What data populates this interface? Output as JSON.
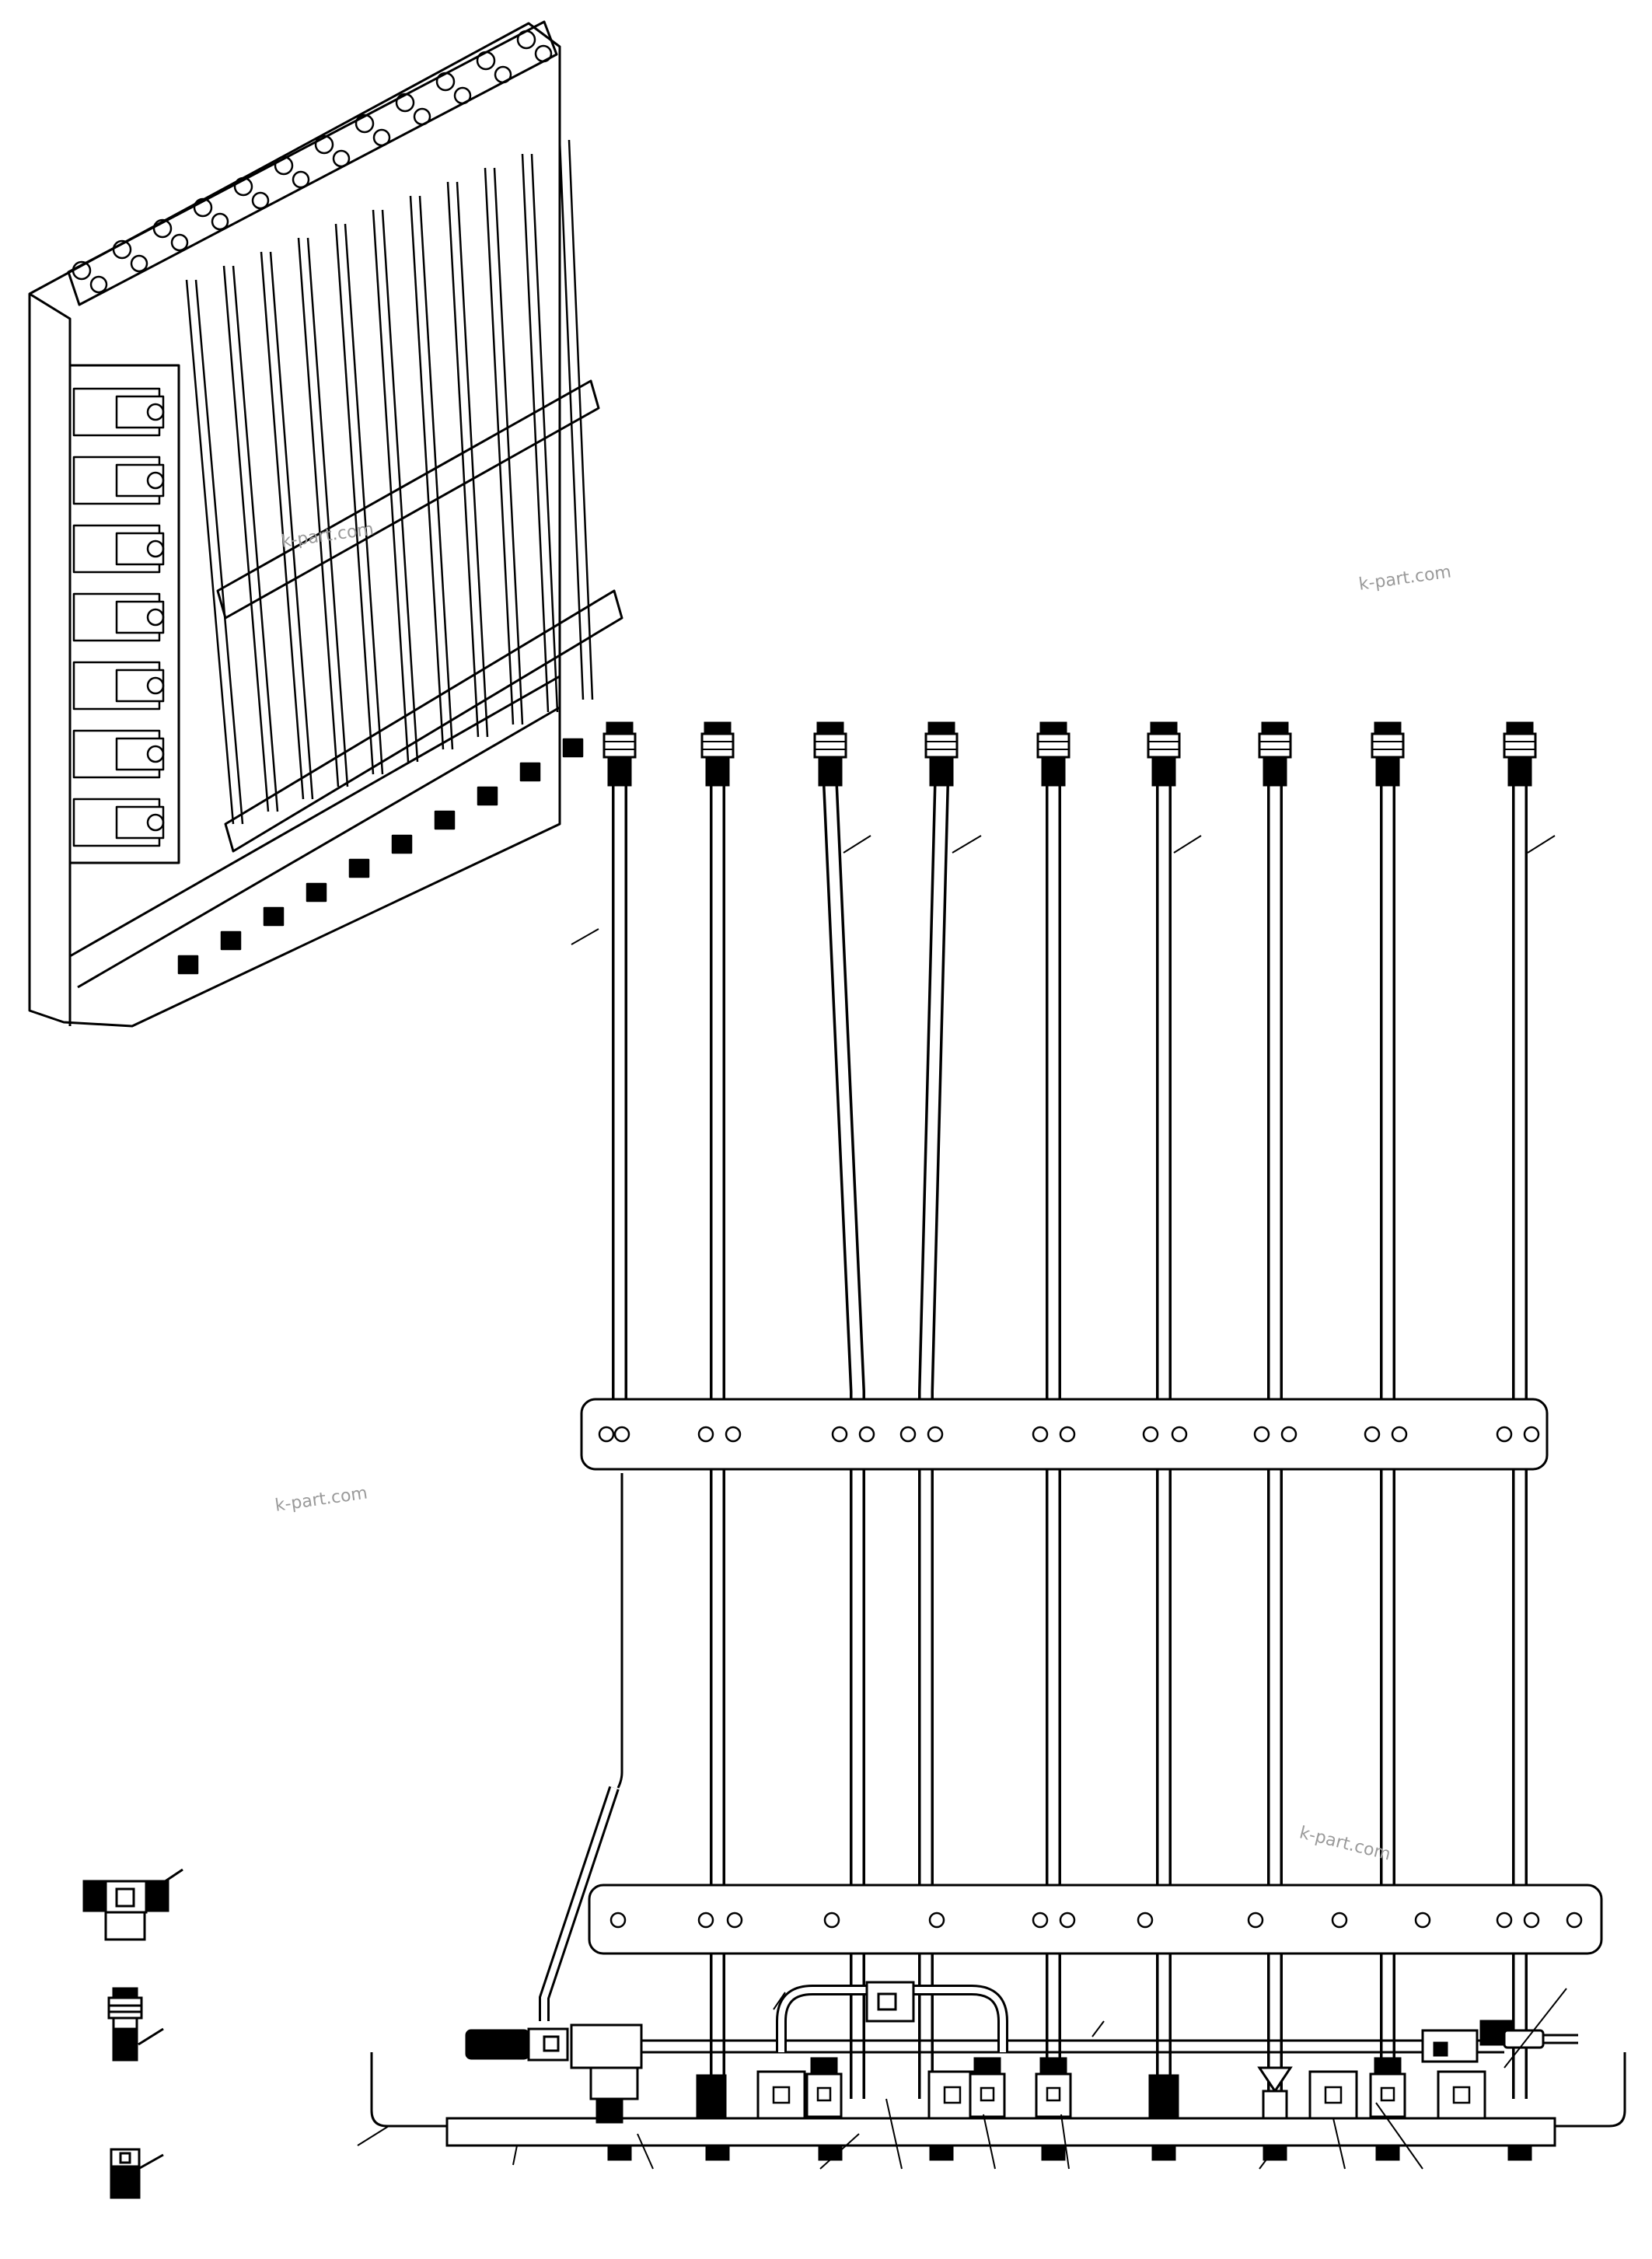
{
  "diagram": {
    "kind": "exploded parts illustration",
    "line_color": "#000000",
    "background": "#ffffff",
    "watermark_color": "#9a9a9a",
    "pipe_count": 9,
    "bracket_count": 2,
    "standalone_fittings": [
      "tee-fitting-icon",
      "straight-adapter-icon",
      "plug-icon"
    ]
  },
  "watermarks": [
    "k-part.com",
    "k-part.com",
    "k-part.com",
    "k-part.com"
  ]
}
